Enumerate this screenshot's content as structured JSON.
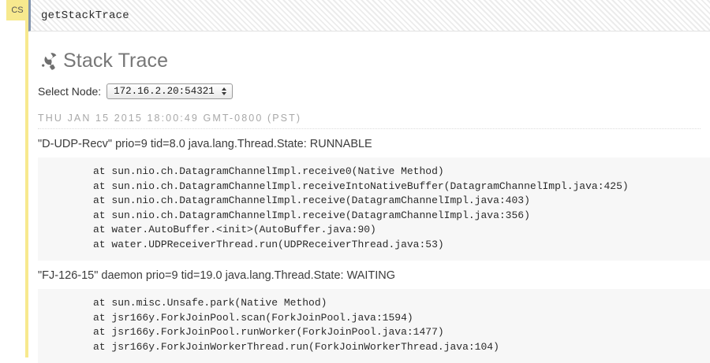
{
  "badge": {
    "label": "CS"
  },
  "command_header": {
    "name": "getStackTrace"
  },
  "section": {
    "icon": "wrench-icon",
    "title": "Stack Trace"
  },
  "node_selector": {
    "label": "Select Node:",
    "selected": "172.16.2.20:54321",
    "options": [
      "172.16.2.20:54321"
    ]
  },
  "timestamp": "THU JAN 15 2015 18:00:49 GMT-0800 (PST)",
  "threads": [
    {
      "header": "\"D-UDP-Recv\" prio=9 tid=8.0 java.lang.Thread.State: RUNNABLE",
      "frames": [
        "at sun.nio.ch.DatagramChannelImpl.receive0(Native Method)",
        "at sun.nio.ch.DatagramChannelImpl.receiveIntoNativeBuffer(DatagramChannelImpl.java:425)",
        "at sun.nio.ch.DatagramChannelImpl.receive(DatagramChannelImpl.java:403)",
        "at sun.nio.ch.DatagramChannelImpl.receive(DatagramChannelImpl.java:356)",
        "at water.AutoBuffer.<init>(AutoBuffer.java:90)",
        "at water.UDPReceiverThread.run(UDPReceiverThread.java:53)"
      ]
    },
    {
      "header": "\"FJ-126-15\" daemon prio=9 tid=19.0 java.lang.Thread.State: WAITING",
      "frames": [
        "at sun.misc.Unsafe.park(Native Method)",
        "at jsr166y.ForkJoinPool.scan(ForkJoinPool.java:1594)",
        "at jsr166y.ForkJoinPool.runWorker(ForkJoinPool.java:1477)",
        "at jsr166y.ForkJoinWorkerThread.run(ForkJoinWorkerThread.java:104)"
      ]
    }
  ],
  "colors": {
    "rail": "#f7e98e",
    "header_accent": "#8193ad",
    "code_bg": "#f7f7f7",
    "title": "#777777"
  }
}
